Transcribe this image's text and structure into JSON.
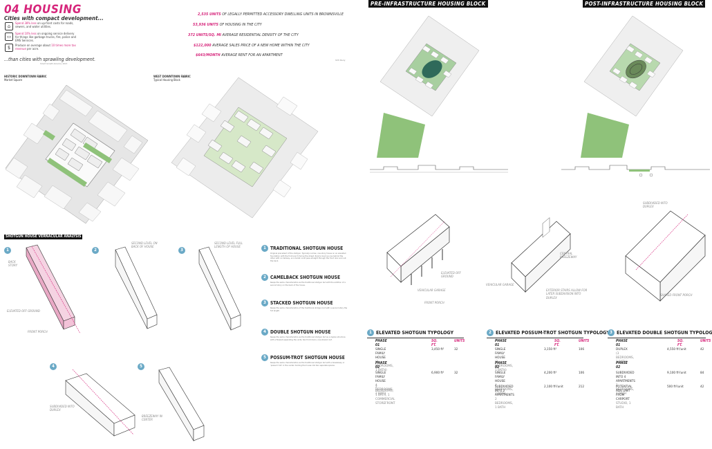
{
  "header": {
    "title": "04 HOUSING",
    "subtitle": "Cities with compact development...",
    "facts": [
      {
        "icon": "road-icon",
        "highlight": "Spend 38% less",
        "text": " on up-front costs for roads, sewers, and water utilities."
      },
      {
        "icon": "truck-icon",
        "highlight": "Spend 10% less",
        "text": " on ongoing service delivery for things like garbage trucks, fire, police and EMS Services."
      },
      {
        "icon": "money-icon",
        "highlight": "",
        "text": "Produce on average about ",
        "highlight2": "10 times more tax revenue",
        "text2": " per acre."
      }
    ],
    "tagline": "...than cities with sprawling development.",
    "source_small": "Smart Growth America, 2013",
    "source_small2": "SSTI Study"
  },
  "stats": [
    {
      "num": "2,535 UNITS",
      "text": "OF LEGALLY PERMITTED ACCESSORY DWELLING UNITS IN BROWNSVILLE"
    },
    {
      "num": "53,936 UNITS",
      "text": "OF HOUSING IN THE CITY"
    },
    {
      "num": "372 UNITS/SQ. MI",
      "text": "AVERAGE RESIDENTIAL DENSITY OF THE CITY"
    },
    {
      "num": "$122,000",
      "text": "AVERAGE SALES PRICE OF A NEW HOME WITHIN THE CITY"
    },
    {
      "num": "$643/MONTH",
      "text": "AVERAGE RENT FOR AN APARTMENT"
    }
  ],
  "blocks": {
    "historic_title": "HISTORIC DOWNTOWN FABRIC",
    "historic_sub": "Market Square",
    "west_title": "WEST DOWNTOWN FABRIC",
    "west_sub": "Typical Housing Block",
    "pre_title": "PRE-INFRASTRUCTURE HOUSING BLOCK",
    "post_title": "POST-INFRASTRUCTURE HOUSING BLOCK"
  },
  "vernacular": {
    "heading": "SHOTGUN HOUSE VERNACULAR ANALYSIS",
    "numbers": [
      "1",
      "2",
      "3",
      "4",
      "5"
    ],
    "annos": {
      "back_story": "BACK STORY",
      "elevated_ground": "ELEVATED OFF GROUND",
      "front_porch": "FRONT PORCH",
      "second_back": "SECOND LEVEL ON BACK OF HOUSE",
      "second_full": "SECOND LEVEL FULL LENGTH OF HOUSE",
      "subdivided": "SUBDIVIDED INTO DUPLEX",
      "breezeway": "BREEZEWAY IN CENTER"
    },
    "types": [
      {
        "num": "1",
        "name": "TRADITIONAL SHOTGUN HOUSE",
        "desc": "Original precedent of the shotgun. Typically narrow, one story house on an elevated foundation with the front porch facing the street. Rooms lined up one behind the other with no hallway, so a bullet could pass straight through the front door and out the back."
      },
      {
        "num": "2",
        "name": "CAMELBACK SHOTGUN HOUSE",
        "desc": "Keeps the same characteristics as the traditional shotgun but with the addition of a second story on the back of the house."
      },
      {
        "num": "3",
        "name": "STACKED SHOTGUN HOUSE",
        "desc": "Keeps the same characteristics of the traditional shotgun but with a second story the full length."
      },
      {
        "num": "4",
        "name": "DOUBLE SHOTGUN HOUSE",
        "desc": "Keeps the same characteristics as the traditional shotgun but as a duplex structure with a firewall separating the units, two front doors, one shared roof."
      },
      {
        "num": "5",
        "name": "POSSUM-TROT SHOTGUN HOUSE",
        "desc": "Keeps the same characteristics as the traditional shotgun but with a breezeway or 'possum trot' in the center dividing the house into two separate spaces."
      }
    ]
  },
  "axos": {
    "elevated_ground": "ELEVATED OFF GROUND",
    "vehicular_garage": "VEHICULAR GARAGE",
    "front_porch": "FRONT PORCH",
    "central_breezeway": "CENTRAL BREEZEWAY",
    "vehicular_garage2": "VEHICULAR GARAGE",
    "exterior_stairs": "EXTERIOR STAIRS ALLOW FOR LATER SUBDIVISION INTO DUPLEX",
    "subdivided_duplex": "SUBDIVIDED INTO DUPLEX",
    "shared_porch": "SHARED FRONT PORCH"
  },
  "typologies": [
    {
      "num": "1",
      "title": "ELEVATED SHOTGUN TYPOLOGY",
      "headers": [
        "PHASE 01",
        "SQ. FT.",
        "UNITS"
      ],
      "rows": [
        {
          "type": "phase",
          "label": "PHASE 01"
        },
        {
          "label": "SINGLE FAMILY HOUSE",
          "sub": "(3 BEDROOMS, 1 BATH)",
          "sqft": "3,450 ft²",
          "units": "32"
        },
        {
          "type": "phase",
          "label": "PHASE 02"
        },
        {
          "label": "SINGLE FAMILY HOUSE",
          "sub": "4 BEDROOMS, 2 BATH",
          "sqft": "6,900 ft²",
          "units": "32"
        },
        {
          "label": "2 BEDROOMS, 1 BATH, 1",
          "sub": "COMMERCIAL STOREFRONT",
          "sqft": "",
          "units": "",
          "muted": true
        }
      ]
    },
    {
      "num": "2",
      "title": "ELEVATED POSSUM-TROT SHOTGUN TYPOLOGY",
      "headers": [
        "PHASE 01",
        "SQ. FT.",
        "UNITS"
      ],
      "rows": [
        {
          "type": "phase",
          "label": "PHASE 01"
        },
        {
          "label": "SINGLE FAMILY HOUSE",
          "sub": "(2 BEDROOMS, 1 BATH)",
          "sqft": "3,150 ft²",
          "units": "106"
        },
        {
          "type": "phase",
          "label": "PHASE 02"
        },
        {
          "label": "SINGLE FAMILY HOUSE",
          "sub": "4 BEDROOMS, 2 BATH",
          "sqft": "4,200 ft²",
          "units": "106"
        },
        {
          "label": "SUBDIVIDED INTO 2 APARTMENTS",
          "sub": "2 BEDROOMS, 1 BATH",
          "sqft": "2,100 ft²/unit",
          "units": "212"
        }
      ]
    },
    {
      "num": "3",
      "title": "ELEVATED DOUBLE SHOTGUN TYPOLOGY",
      "headers": [
        "PHASE 01",
        "SQ. FT.",
        "UNITS"
      ],
      "rows": [
        {
          "type": "phase",
          "label": "PHASE 01"
        },
        {
          "label": "DUPLEX",
          "sub": "(3 BEDROOMS, 2 BATH)",
          "sqft": "4,550 ft²/unit",
          "units": "42"
        },
        {
          "type": "phase",
          "label": "PHASE 02"
        },
        {
          "label": "SUBDIVIDED INTO 4 APARTMENTS",
          "sub": "2 BEDROOMS, 1 BATH",
          "sqft": "9,100 ft²/unit",
          "units": "84"
        },
        {
          "label": "POTENTIAL ADU UNIT FROM CARPORT",
          "sub": "STUDIO, 1 BATH",
          "sqft": "500 ft²/unit",
          "units": "42"
        }
      ]
    }
  ],
  "colors": {
    "accent": "#d6257b",
    "green": "#8fc27a",
    "blue_circle": "#6aa9c6",
    "dark": "#111111"
  }
}
